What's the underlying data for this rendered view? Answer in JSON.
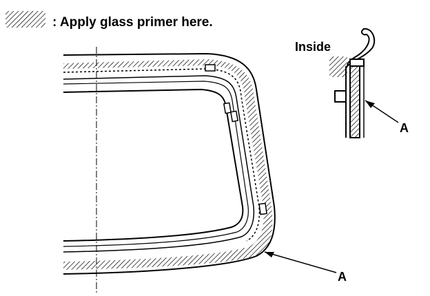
{
  "legend": {
    "text": ": Apply glass primer here."
  },
  "detail": {
    "inside_label": "Inside",
    "callout_label": "A"
  },
  "main_view": {
    "callout_label": "A"
  },
  "colors": {
    "ink": "#000000",
    "paper": "#ffffff"
  }
}
